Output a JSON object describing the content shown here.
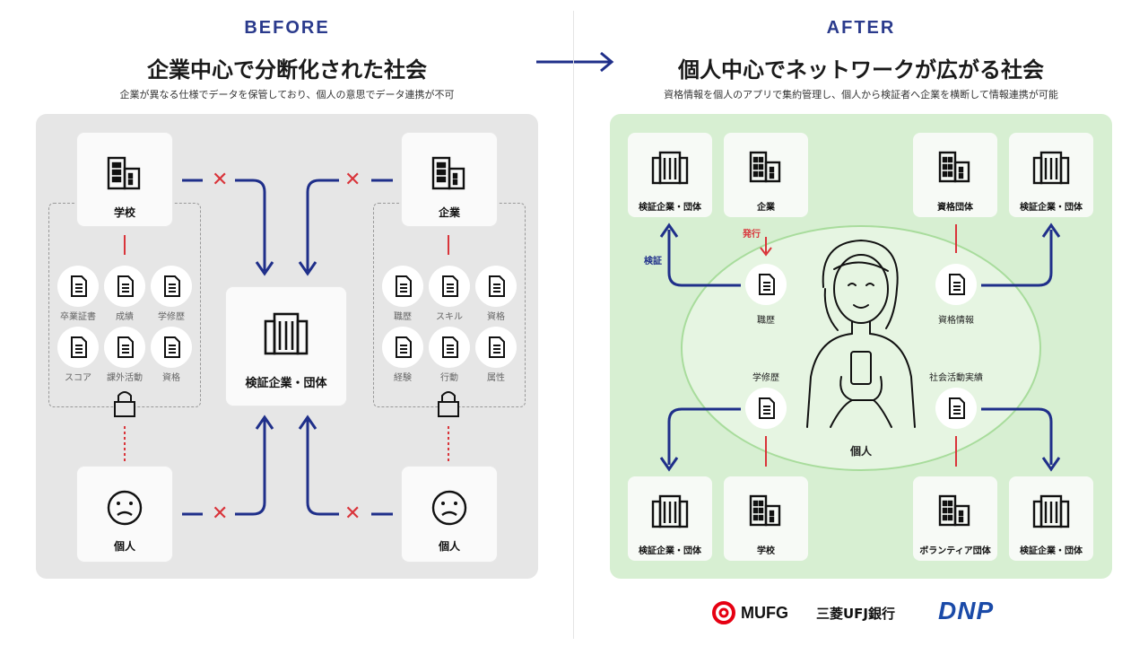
{
  "before": {
    "label": "BEFORE",
    "title": "企業中心で分断化された社会",
    "subtitle": "企業が異なる仕様でデータを保管しており、個人の意思でデータ連携が不可",
    "school": "学校",
    "company": "企業",
    "verifier": "検証企業・団体",
    "person_left": "個人",
    "person_right": "個人",
    "school_docs": [
      "卒業証書",
      "成績",
      "学修歴",
      "スコア",
      "課外活動",
      "資格"
    ],
    "company_docs": [
      "職歴",
      "スキル",
      "資格",
      "経験",
      "行動",
      "属性"
    ],
    "blocked_mark": "✕"
  },
  "after": {
    "label": "AFTER",
    "title": "個人中心でネットワークが広がる社会",
    "subtitle": "資格情報を個人のアプリで集約管理し、個人から検証者へ企業を横断して情報連携が可能",
    "top_cards": [
      "検証企業・団体",
      "企業",
      "資格団体",
      "検証企業・団体"
    ],
    "bottom_cards": [
      "検証企業・団体",
      "学校",
      "ボランティア団体",
      "検証企業・団体"
    ],
    "issue_label": "発行",
    "verify_label": "検証",
    "docs": [
      "職歴",
      "資格情報",
      "学修歴",
      "社会活動実績"
    ],
    "person": "個人"
  },
  "logos": {
    "mufg": "MUFG",
    "bank": "三菱UFJ銀行",
    "dnp": "DNP"
  },
  "colors": {
    "arrow_blue": "#1f2f8a",
    "cross_red": "#d9343a",
    "before_bg": "#e6e6e6",
    "after_bg": "#d7efd2",
    "ellipse_fill": "#e6f5e2",
    "ellipse_stroke": "#a8dc9c"
  },
  "icons": {
    "building": "building-icon",
    "document": "document-icon",
    "lock": "lock-icon",
    "sad_face": "sad-face-icon",
    "person": "person-with-phone-icon",
    "arrow": "arrow-icon"
  }
}
